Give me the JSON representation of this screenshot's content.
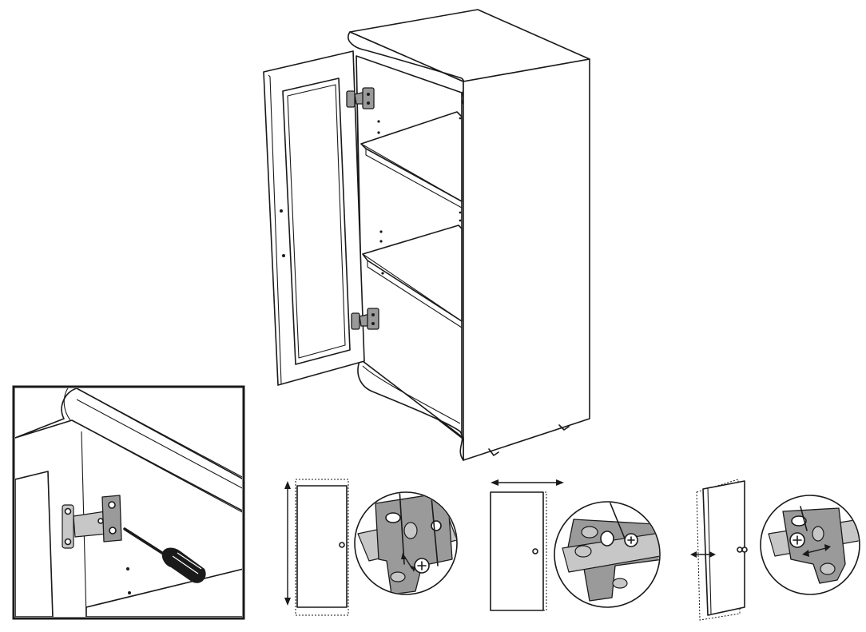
{
  "figure": {
    "main": "cabinet-with-open-door-and-two-hinges",
    "inset": "hinge-screw-tightening-detail",
    "adjustments": [
      {
        "name": "vertical",
        "arrow": "up-down"
      },
      {
        "name": "horizontal",
        "arrow": "left-right"
      },
      {
        "name": "depth",
        "arrow": "in-out"
      }
    ],
    "icons": [
      "screwdriver-icon",
      "hinge-icon",
      "arrow-icon"
    ],
    "colors": {
      "ink": "#1a1a1a",
      "paper": "#ffffff",
      "metal": "#9a9a9a"
    }
  }
}
